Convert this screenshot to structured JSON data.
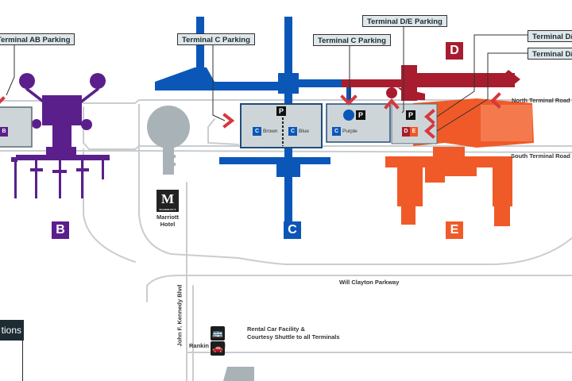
{
  "colors": {
    "terminal_a_b": "#5b1f8c",
    "terminal_c": "#0b57b8",
    "terminal_d": "#a71d2f",
    "terminal_e": "#f05a28",
    "road": "#c8ccce",
    "parking_fill": "#cdd5d9",
    "callout_fill": "#dfe7ea",
    "arrow": "#d6383e"
  },
  "callouts": {
    "ab_parking": "Terminal AB Parking",
    "c_parking_left": "Terminal C Parking",
    "c_parking_mid": "Terminal C Parking",
    "de_parking": "Terminal D/E Parking",
    "d_top": "Terminal D/",
    "d_bottom": "Terminal D/"
  },
  "terminals": {
    "b": "B",
    "c": "C",
    "d": "D",
    "e": "E"
  },
  "parking": {
    "p_symbol": "P",
    "c_chip": "C",
    "c_brown": "Brown",
    "c_blue": "Blue",
    "c_purple": "Purple",
    "ab_chip": "B",
    "d_chip": "D",
    "e_chip": "E"
  },
  "roads": {
    "north_terminal": "North Terminal Road",
    "south_terminal": "South Terminal Road",
    "will_clayton": "Will Clayton Parkway",
    "jfk": "John F. Kennedy Blvd",
    "rankin": "Rankin Road"
  },
  "hotel": {
    "logo_letter": "M",
    "logo_word": "MARRIOTT",
    "name_line1": "Marriott",
    "name_line2": "Hotel"
  },
  "rental": {
    "line1": "Rental Car Facility &",
    "line2": "Courtesy Shuttle to all Terminals",
    "icons": [
      "bus-icon",
      "car-icon"
    ]
  },
  "legend": {
    "title_fragment": "tions"
  }
}
